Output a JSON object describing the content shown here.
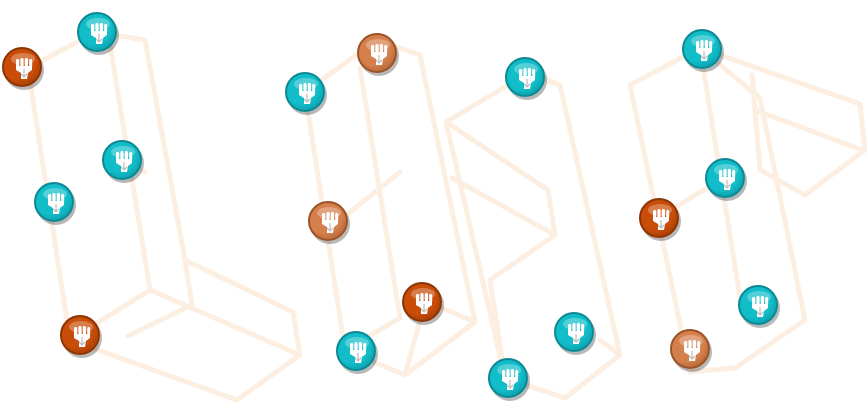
{
  "colors": {
    "outline": "#fdeee2",
    "teal": "#11bdc9",
    "teal_rim": "#0b8893",
    "orange_dark": "#c94d08",
    "orange_dark_rim": "#8c3404",
    "orange_light": "#d5804c",
    "orange_light_rim": "#9b5326"
  },
  "nodes": [
    {
      "id": "l-top",
      "letter": "L",
      "color": "teal",
      "icon": "hand-down-icon"
    },
    {
      "id": "l-left-top",
      "letter": "L",
      "color": "orange_dark",
      "icon": "hand-down-icon"
    },
    {
      "id": "l-mid-right",
      "letter": "L",
      "color": "teal",
      "icon": "hand-down-icon"
    },
    {
      "id": "l-mid-left",
      "letter": "L",
      "color": "teal",
      "icon": "hand-down-icon"
    },
    {
      "id": "l-bottom",
      "letter": "L",
      "color": "orange_dark",
      "icon": "hand-down-icon"
    },
    {
      "id": "u-top-left",
      "letter": "U",
      "color": "teal",
      "icon": "hand-down-icon"
    },
    {
      "id": "u-top-right",
      "letter": "U",
      "color": "orange_light",
      "icon": "hand-down-icon"
    },
    {
      "id": "u-mid",
      "letter": "U",
      "color": "orange_light",
      "icon": "hand-down-icon"
    },
    {
      "id": "u-bottom-right",
      "letter": "U",
      "color": "orange_dark",
      "icon": "hand-down-icon"
    },
    {
      "id": "u-bottom-left",
      "letter": "U",
      "color": "teal",
      "icon": "hand-down-icon"
    },
    {
      "id": "n-top",
      "letter": "N",
      "color": "teal",
      "icon": "hand-down-icon"
    },
    {
      "id": "n-bottom-right",
      "letter": "N",
      "color": "teal",
      "icon": "hand-down-icon"
    },
    {
      "id": "n-bottom-left",
      "letter": "N",
      "color": "teal",
      "icon": "hand-down-icon"
    },
    {
      "id": "a-top",
      "letter": "A",
      "color": "teal",
      "icon": "hand-down-icon"
    },
    {
      "id": "a-mid-right",
      "letter": "A",
      "color": "teal",
      "icon": "hand-down-icon"
    },
    {
      "id": "a-mid-left",
      "letter": "A",
      "color": "orange_dark",
      "icon": "hand-down-icon"
    },
    {
      "id": "a-bottom-right",
      "letter": "A",
      "color": "teal",
      "icon": "hand-down-icon"
    },
    {
      "id": "a-bottom-left",
      "letter": "A",
      "color": "orange_light",
      "icon": "hand-down-icon"
    }
  ]
}
